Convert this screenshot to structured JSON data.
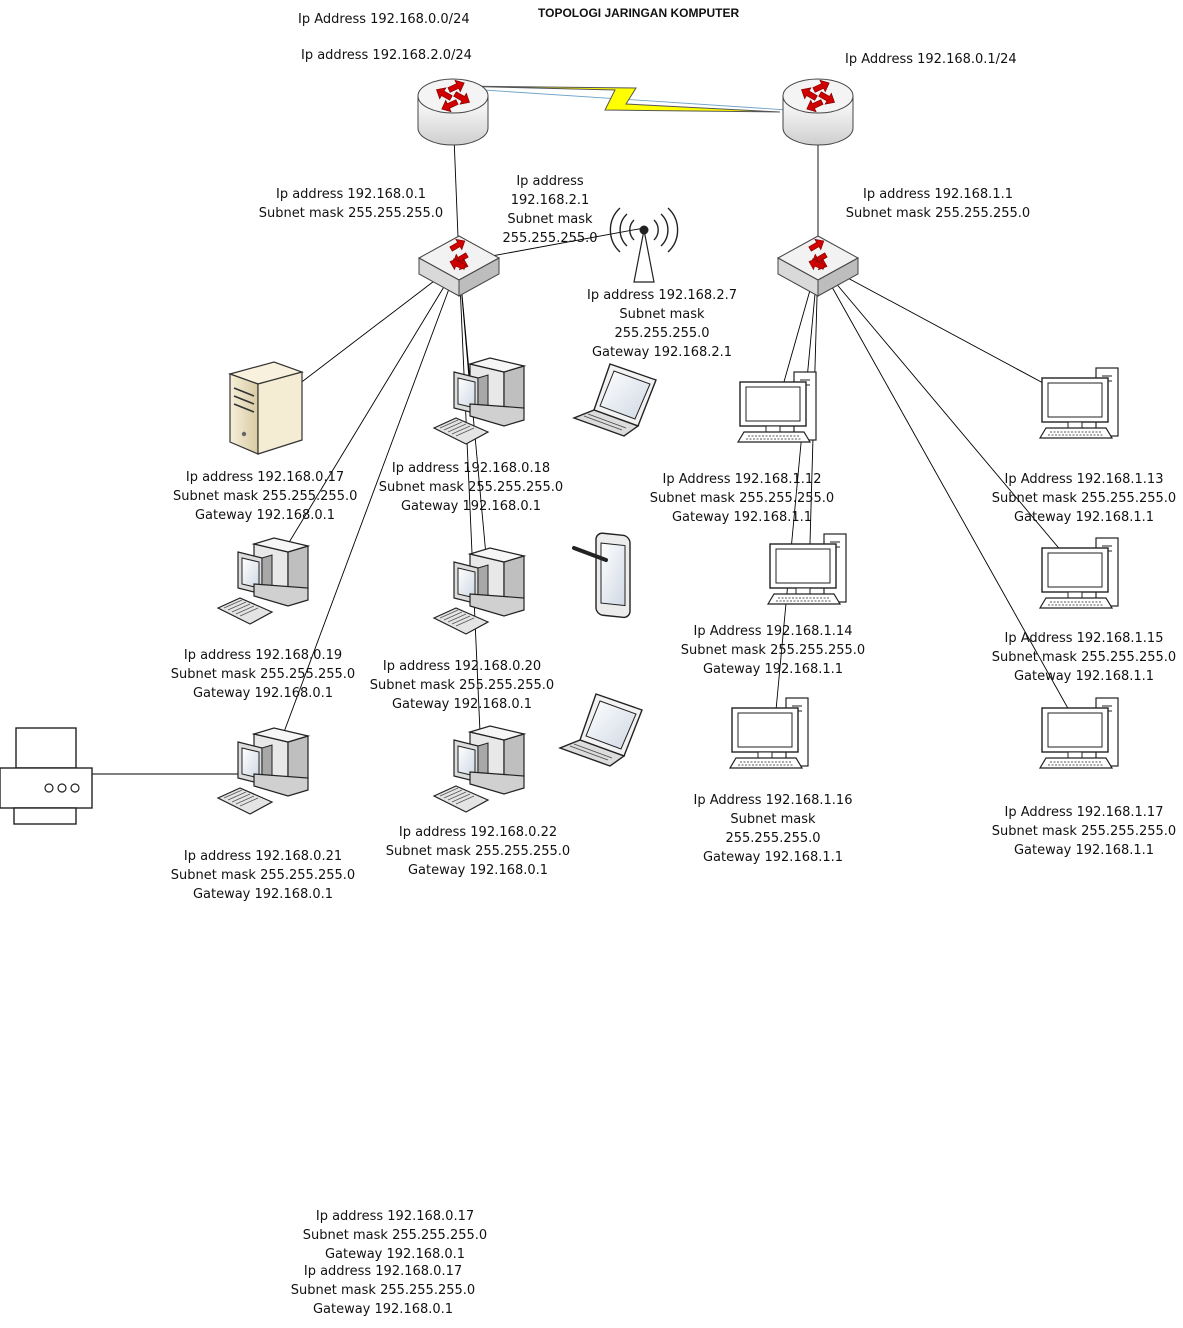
{
  "title": "TOPOLOGI JARINGAN KOMPUTER",
  "router_left": {
    "addresses": [
      "Ip Address 192.168.0.0/24",
      "Ip address 192.168.2.0/24"
    ]
  },
  "router_right": {
    "address": "Ip Address 192.168.0.1/24"
  },
  "switch_left": {
    "lines": [
      "Ip address 192.168.0.1",
      "Subnet mask 255.255.255.0"
    ]
  },
  "switch_right": {
    "lines": [
      "Ip address 192.168.1.1",
      "Subnet mask 255.255.255.0"
    ]
  },
  "access_point_link": {
    "lines": [
      "Ip address",
      "192.168.2.1",
      "Subnet mask",
      "255.255.255.0"
    ]
  },
  "access_point": {
    "lines": [
      "Ip address 192.168.2.7",
      "Subnet mask",
      "255.255.255.0",
      "Gateway 192.168.2.1"
    ]
  },
  "hosts_left": [
    {
      "device": "server",
      "lines": [
        "Ip address 192.168.0.17",
        "Subnet mask 255.255.255.0",
        "Gateway 192.168.0.1"
      ]
    },
    {
      "device": "pc",
      "lines": [
        "Ip address 192.168.0.18",
        "Subnet mask 255.255.255.0",
        "Gateway 192.168.0.1"
      ]
    },
    {
      "device": "pc",
      "lines": [
        "Ip address 192.168.0.19",
        "Subnet mask 255.255.255.0",
        "Gateway 192.168.0.1"
      ]
    },
    {
      "device": "pc",
      "lines": [
        "Ip address 192.168.0.20",
        "Subnet mask 255.255.255.0",
        "Gateway 192.168.0.1"
      ]
    },
    {
      "device": "pc",
      "lines": [
        "Ip address 192.168.0.21",
        "Subnet mask 255.255.255.0",
        "Gateway 192.168.0.1"
      ]
    },
    {
      "device": "pc",
      "lines": [
        "Ip address 192.168.0.22",
        "Subnet mask 255.255.255.0",
        "Gateway 192.168.0.1"
      ]
    }
  ],
  "hosts_right": [
    {
      "device": "workstation",
      "lines": [
        "Ip Address 192.168.1.12",
        "Subnet mask 255.255.255.0",
        "Gateway 192.168.1.1"
      ]
    },
    {
      "device": "workstation",
      "lines": [
        "Ip Address 192.168.1.13",
        "Subnet mask 255.255.255.0",
        "Gateway 192.168.1.1"
      ]
    },
    {
      "device": "workstation",
      "lines": [
        "Ip Address 192.168.1.14",
        "Subnet mask 255.255.255.0",
        "Gateway 192.168.1.1"
      ]
    },
    {
      "device": "workstation",
      "lines": [
        "Ip Address 192.168.1.15",
        "Subnet mask 255.255.255.0",
        "Gateway 192.168.1.1"
      ]
    },
    {
      "device": "workstation",
      "lines": [
        "Ip Address 192.168.1.16",
        "Subnet mask",
        "255.255.255.0",
        "Gateway 192.168.1.1"
      ]
    },
    {
      "device": "workstation",
      "lines": [
        "Ip Address 192.168.1.17",
        "Subnet mask 255.255.255.0",
        "Gateway 192.168.1.1"
      ]
    }
  ],
  "stray_labels": [
    {
      "lines": [
        "Ip address 192.168.0.17",
        "Subnet mask 255.255.255.0",
        "Gateway 192.168.0.1"
      ]
    },
    {
      "lines": [
        "Ip address 192.168.0.17",
        "Subnet mask 255.255.255.0",
        "Gateway 192.168.0.1"
      ]
    }
  ],
  "colors": {
    "link_line": "#000000",
    "wan_bolt": "#ffff00",
    "router_arrow": "#cc0000",
    "device_body": "#e6e6e6",
    "server_body": "#ede3c4"
  }
}
